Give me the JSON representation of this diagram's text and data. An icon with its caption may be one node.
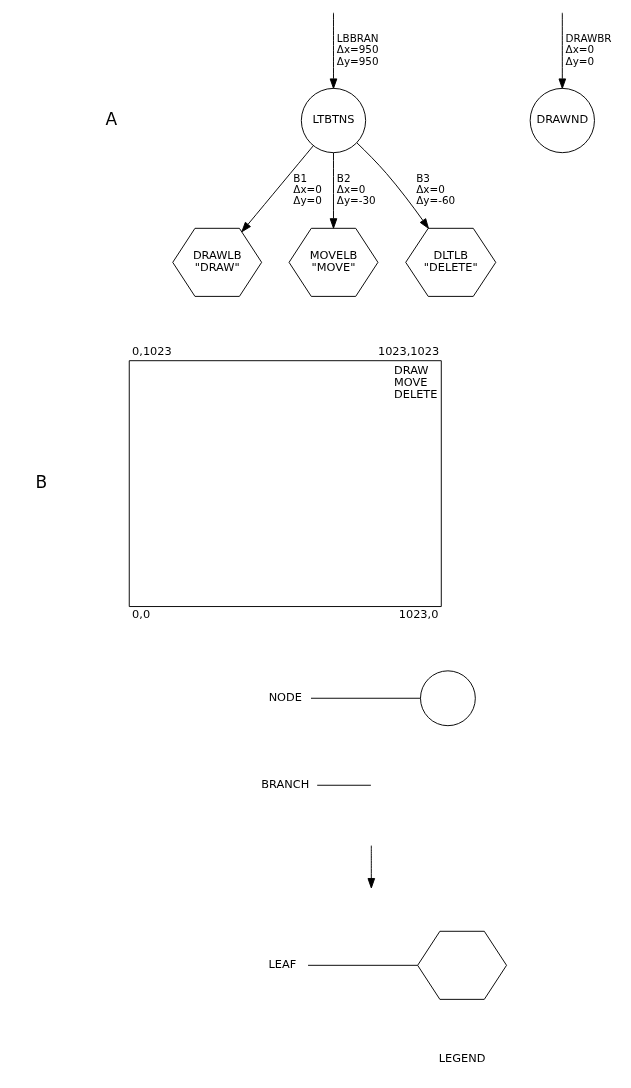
{
  "diagram": {
    "nodes": [
      {
        "text": [
          "LTBTNS"
        ]
      },
      {
        "text": [
          "DRAWLB",
          "\"DRAW\""
        ]
      },
      {
        "text": [
          "MOVELB",
          "\"MOVE\""
        ]
      },
      {
        "text": [
          "DLTLB",
          "\"DELETE\""
        ]
      },
      {
        "text": [
          "DRAWND"
        ]
      },
      {
        "text": [
          "DRAW",
          "MOVE",
          "DELETE"
        ],
        "beside": [
          "0,1023",
          "1023,1023",
          "0,0",
          "1023,0"
        ]
      },
      {
        "text": [
          "NODE"
        ]
      },
      {
        "text": [],
        "shape": "circle"
      },
      {
        "text": [
          "BRANCH"
        ]
      },
      {
        "text": [
          "LEAF"
        ]
      },
      {
        "text": [],
        "shape": "hexagon"
      }
    ],
    "edges": [
      {
        "from": null,
        "to": 0,
        "arrow": "to",
        "label": "LBBRAN Δx=950 Δy=950"
      },
      {
        "from": null,
        "to": 4,
        "arrow": "to",
        "label": "DRAWBR Δx=0 Δy=0"
      },
      {
        "from": 0,
        "to": 1,
        "arrow": "to",
        "label": "B1 Δx=0 Δy=0"
      },
      {
        "from": 0,
        "to": 2,
        "arrow": "to",
        "label": "B2 Δx=0 Δy=-30"
      },
      {
        "from": 0,
        "to": 3,
        "arrow": "to",
        "label": "B3 Δx=0 Δy=-60"
      },
      {
        "from": 6,
        "to": 7,
        "arrow": "none"
      },
      {
        "from": 8,
        "to": null,
        "arrow": "none"
      },
      {
        "from": 9,
        "to": 10,
        "arrow": "none"
      }
    ],
    "labels": [
      "A",
      "B",
      "LEGEND"
    ]
  }
}
